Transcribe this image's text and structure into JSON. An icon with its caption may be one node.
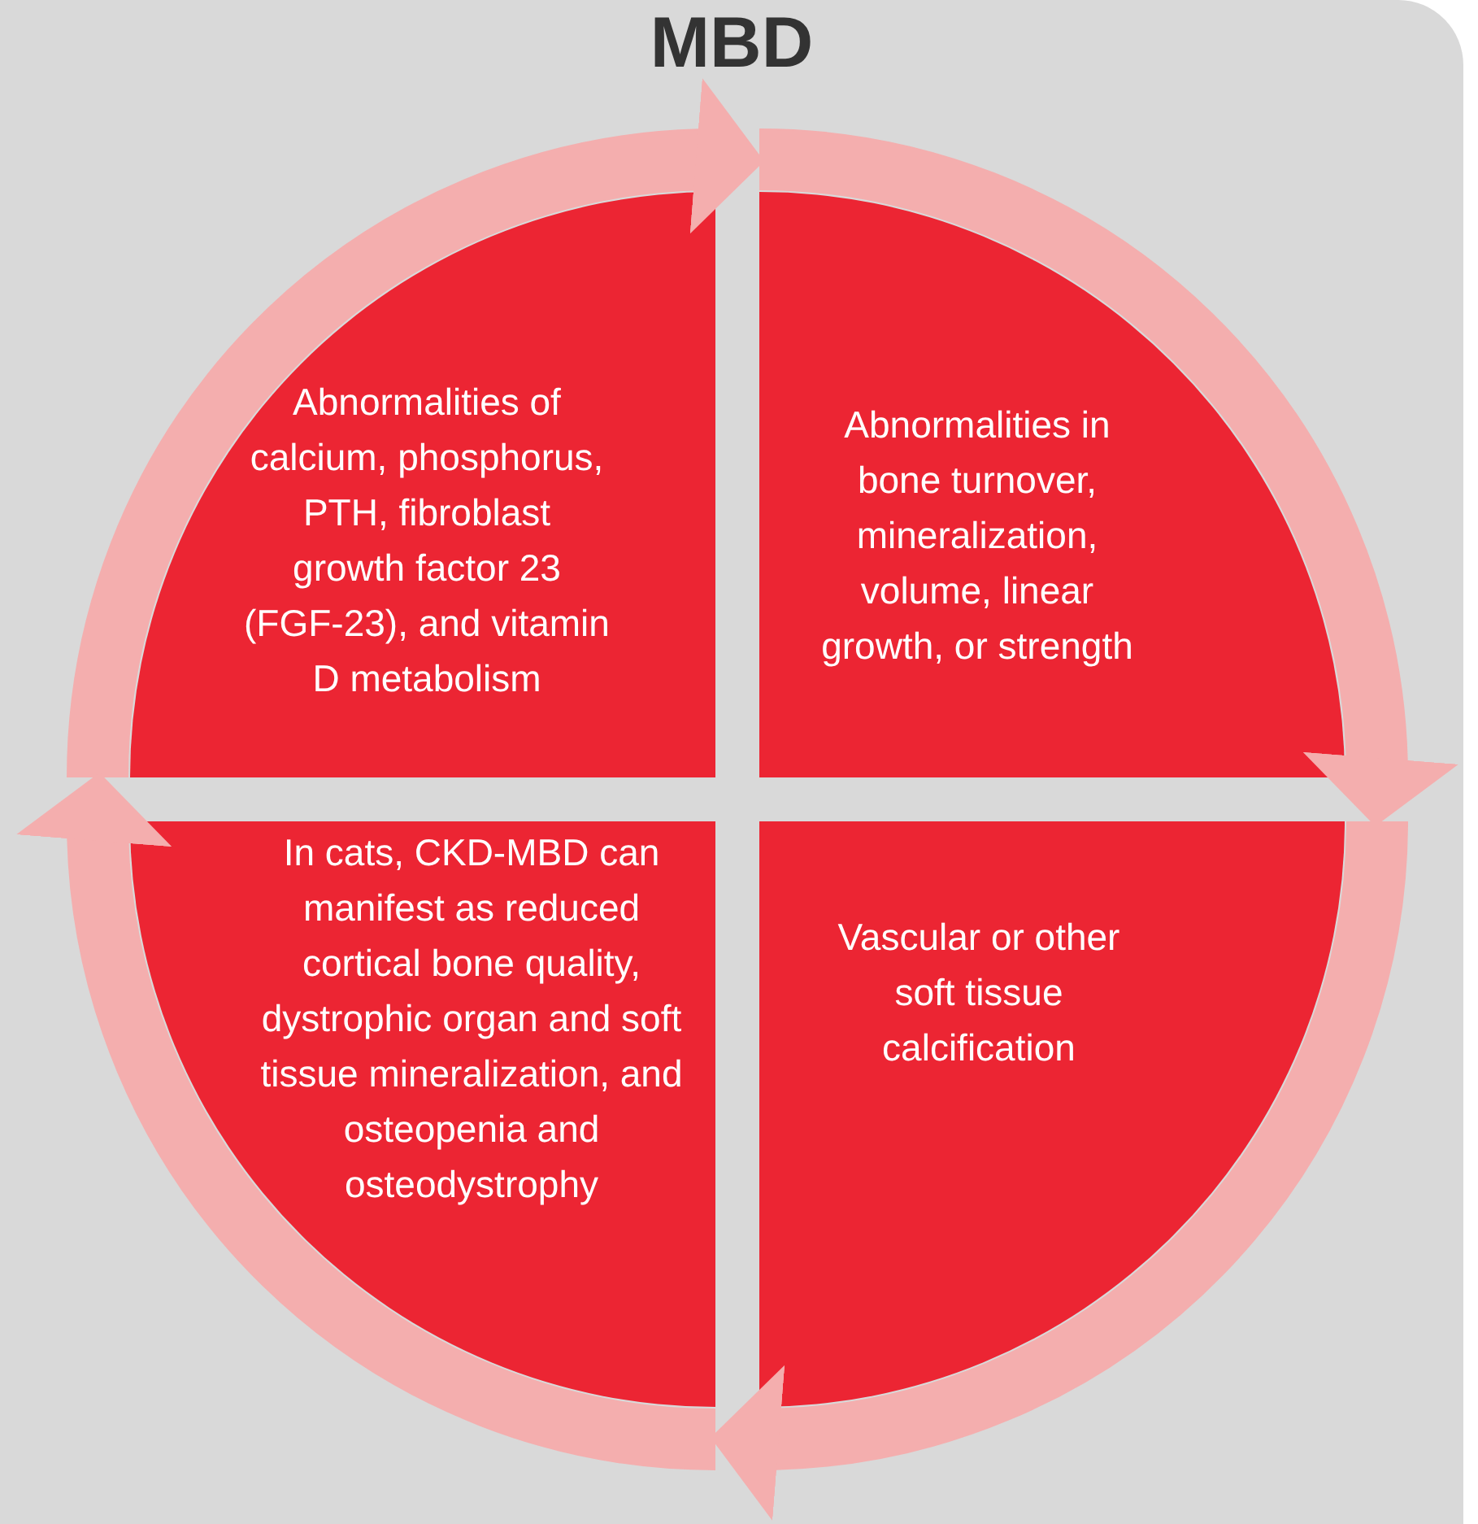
{
  "diagram": {
    "title": "MBD",
    "nodes": [
      {
        "text": [
          "Abnormalities of calcium, phosphorus, PTH, fibroblast growth factor 23 (FGF-23), and vitamin D metabolism"
        ]
      },
      {
        "text": [
          "Abnormalities in bone turnover, mineralization, volume, linear growth, or strength"
        ]
      },
      {
        "text": [
          "In cats, CKD-MBD can manifest as reduced cortical bone quality, dystrophic organ and soft tissue mineralization, and osteopenia and osteodystrophy"
        ]
      },
      {
        "text": [
          "Vascular or other soft tissue calcification"
        ]
      }
    ],
    "edges": [
      {
        "from": 0,
        "to": 1,
        "arrow": "to"
      },
      {
        "from": 1,
        "to": 3,
        "arrow": "to"
      },
      {
        "from": 3,
        "to": 2,
        "arrow": "to"
      },
      {
        "from": 2,
        "to": 0,
        "arrow": "to"
      }
    ]
  }
}
